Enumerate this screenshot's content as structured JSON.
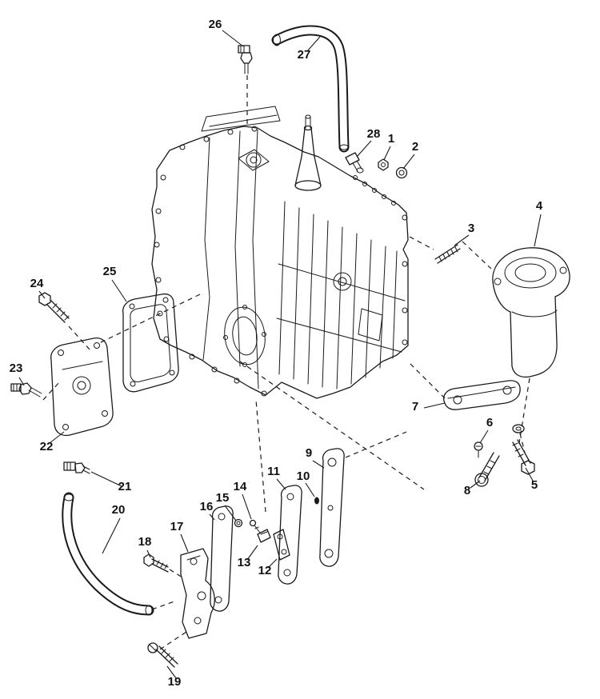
{
  "figure": {
    "kind": "exploded-parts-diagram",
    "subject": "engine-block-assembly",
    "background_color": "#ffffff",
    "line_color": "#1a1a1a"
  },
  "parts": [
    {
      "number": "1"
    },
    {
      "number": "2"
    },
    {
      "number": "3"
    },
    {
      "number": "4"
    },
    {
      "number": "5"
    },
    {
      "number": "6"
    },
    {
      "number": "7"
    },
    {
      "number": "8"
    },
    {
      "number": "9"
    },
    {
      "number": "10"
    },
    {
      "number": "11"
    },
    {
      "number": "12"
    },
    {
      "number": "13"
    },
    {
      "number": "14"
    },
    {
      "number": "15"
    },
    {
      "number": "16"
    },
    {
      "number": "17"
    },
    {
      "number": "18"
    },
    {
      "number": "19"
    },
    {
      "number": "20"
    },
    {
      "number": "21"
    },
    {
      "number": "22"
    },
    {
      "number": "23"
    },
    {
      "number": "24"
    },
    {
      "number": "25"
    },
    {
      "number": "26"
    },
    {
      "number": "27"
    },
    {
      "number": "28"
    }
  ]
}
